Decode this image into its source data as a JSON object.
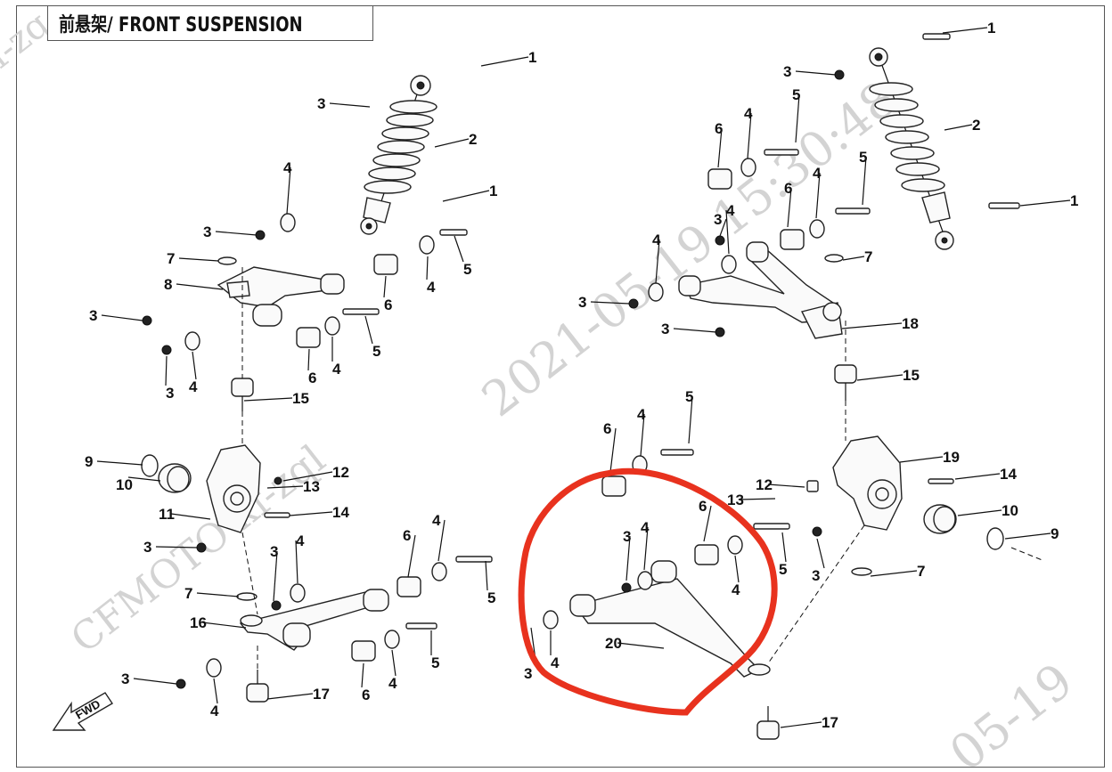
{
  "title": "前悬架/ FRONT SUSPENSION",
  "watermarks": {
    "center_date": "2021-05-19 15:30:48",
    "left_brand": "CFMOTO kf-zql",
    "bottom_right": "05-19",
    "top_left": "f-zq"
  },
  "fwd_label": "FWD",
  "annotation_color": "#e8321e",
  "callouts_left": [
    {
      "label": "1"
    },
    {
      "label": "3"
    },
    {
      "label": "2"
    },
    {
      "label": "1"
    },
    {
      "label": "4"
    },
    {
      "label": "3"
    },
    {
      "label": "5"
    },
    {
      "label": "7"
    },
    {
      "label": "8"
    },
    {
      "label": "6"
    },
    {
      "label": "4"
    },
    {
      "label": "3"
    },
    {
      "label": "3"
    },
    {
      "label": "4"
    },
    {
      "label": "6"
    },
    {
      "label": "4"
    },
    {
      "label": "5"
    },
    {
      "label": "15"
    },
    {
      "label": "9"
    },
    {
      "label": "12"
    },
    {
      "label": "10"
    },
    {
      "label": "13"
    },
    {
      "label": "11"
    },
    {
      "label": "14"
    },
    {
      "label": "3"
    },
    {
      "label": "3"
    },
    {
      "label": "4"
    },
    {
      "label": "6"
    },
    {
      "label": "4"
    },
    {
      "label": "7"
    },
    {
      "label": "5"
    },
    {
      "label": "16"
    },
    {
      "label": "5"
    },
    {
      "label": "3"
    },
    {
      "label": "6"
    },
    {
      "label": "4"
    },
    {
      "label": "17"
    },
    {
      "label": "4"
    }
  ],
  "callouts_right": [
    {
      "label": "1"
    },
    {
      "label": "3"
    },
    {
      "label": "5"
    },
    {
      "label": "4"
    },
    {
      "label": "6"
    },
    {
      "label": "2"
    },
    {
      "label": "5"
    },
    {
      "label": "4"
    },
    {
      "label": "6"
    },
    {
      "label": "1"
    },
    {
      "label": "3"
    },
    {
      "label": "4"
    },
    {
      "label": "4"
    },
    {
      "label": "7"
    },
    {
      "label": "3"
    },
    {
      "label": "18"
    },
    {
      "label": "3"
    },
    {
      "label": "15"
    },
    {
      "label": "5"
    },
    {
      "label": "4"
    },
    {
      "label": "6"
    },
    {
      "label": "19"
    },
    {
      "label": "12"
    },
    {
      "label": "14"
    },
    {
      "label": "13"
    },
    {
      "label": "6"
    },
    {
      "label": "10"
    },
    {
      "label": "3"
    },
    {
      "label": "4"
    },
    {
      "label": "9"
    },
    {
      "label": "5"
    },
    {
      "label": "4"
    },
    {
      "label": "3"
    },
    {
      "label": "7"
    },
    {
      "label": "20"
    },
    {
      "label": "3"
    },
    {
      "label": "4"
    },
    {
      "label": "17"
    }
  ]
}
